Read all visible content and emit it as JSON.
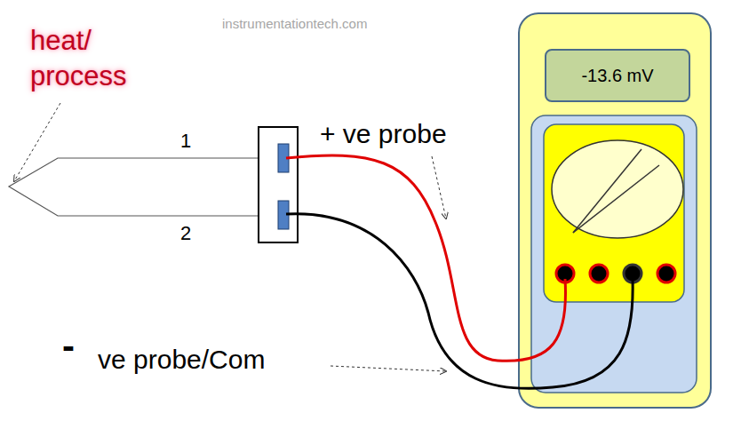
{
  "diagram": {
    "nodes": [
      {
        "text": [
          "-13.6 mV"
        ]
      }
    ],
    "labels": [
      "heat/ process",
      "1",
      "2",
      "+ ve probe",
      "-",
      "ve probe/Com",
      "instrumentationtech.com"
    ]
  }
}
